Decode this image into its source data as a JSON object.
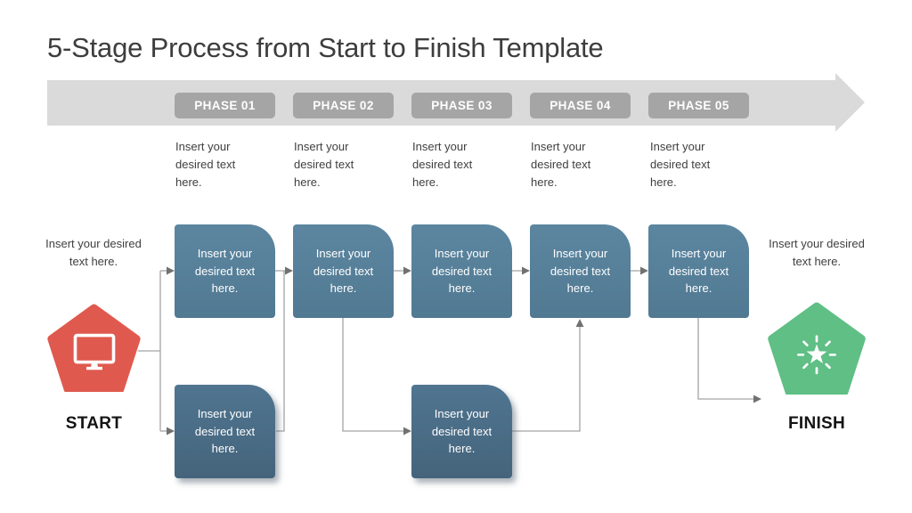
{
  "title": "5-Stage Process from Start to Finish Template",
  "phases": [
    {
      "label": "PHASE 01",
      "description": "Insert your desired text here."
    },
    {
      "label": "PHASE 02",
      "description": "Insert your desired text here."
    },
    {
      "label": "PHASE 03",
      "description": "Insert your desired text here."
    },
    {
      "label": "PHASE 04",
      "description": "Insert your desired text here."
    },
    {
      "label": "PHASE 05",
      "description": "Insert your desired text here."
    }
  ],
  "flow": {
    "top_boxes": [
      {
        "text": "Insert your desired text here."
      },
      {
        "text": "Insert your desired text here."
      },
      {
        "text": "Insert your desired text here."
      },
      {
        "text": "Insert your desired text here."
      },
      {
        "text": "Insert your desired text here."
      }
    ],
    "bottom_boxes": [
      {
        "text": "Insert your desired text here."
      },
      {
        "text": "Insert your desired text here."
      }
    ],
    "start": {
      "caption": "Insert your desired text here.",
      "label": "START",
      "icon": "monitor-icon"
    },
    "finish": {
      "caption": "Insert your desired text here.",
      "label": "FINISH",
      "icon": "sparkle-star-icon"
    }
  },
  "colors": {
    "band": "#dadada",
    "badge": "#a5a5a5",
    "box_top": "#57809a",
    "box_bottom": "#4b6b83",
    "start_pentagon": "#e0594e",
    "finish_pentagon": "#5fbf85",
    "connector": "#a3a3a3",
    "arrowhead": "#717171",
    "text_dark": "#404040"
  }
}
